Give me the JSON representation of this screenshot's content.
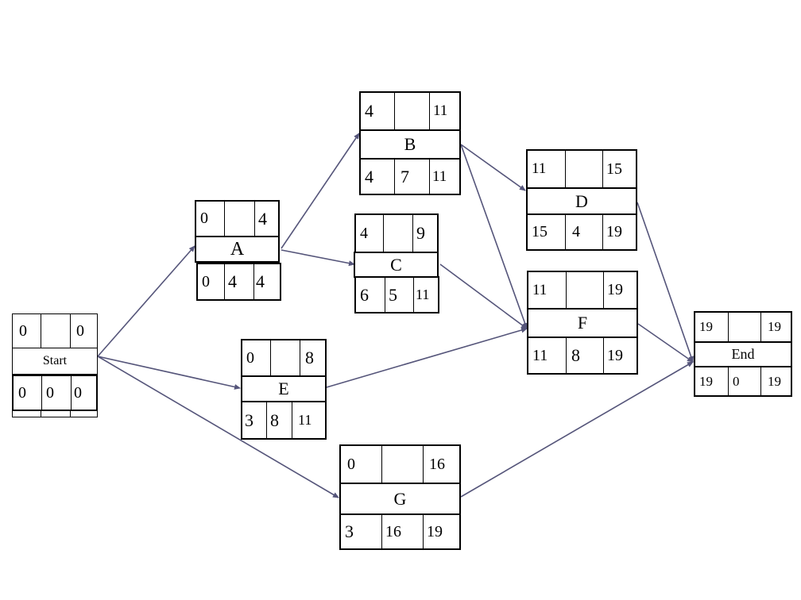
{
  "nodes": {
    "start": {
      "name": "Start",
      "top": [
        "0",
        "",
        "0"
      ],
      "bottom": [
        "0",
        "0",
        "0"
      ]
    },
    "a": {
      "name": "A",
      "top": [
        "0",
        "",
        "4"
      ],
      "bottom": [
        "0",
        "4",
        "4"
      ]
    },
    "b": {
      "name": "B",
      "top": [
        "4",
        "",
        "11"
      ],
      "bottom": [
        "4",
        "7",
        "11"
      ]
    },
    "c": {
      "name": "C",
      "top": [
        "4",
        "",
        "9"
      ],
      "bottom": [
        "6",
        "5",
        "11"
      ]
    },
    "d": {
      "name": "D",
      "top": [
        "11",
        "",
        "15"
      ],
      "bottom": [
        "15",
        "4",
        "19"
      ]
    },
    "e": {
      "name": "E",
      "top": [
        "0",
        "",
        "8"
      ],
      "bottom": [
        "3",
        "8",
        "11"
      ]
    },
    "f": {
      "name": "F",
      "top": [
        "11",
        "",
        "19"
      ],
      "bottom": [
        "11",
        "8",
        "19"
      ]
    },
    "g": {
      "name": "G",
      "top": [
        "0",
        "",
        "16"
      ],
      "bottom": [
        "3",
        "16",
        "19"
      ]
    },
    "end": {
      "name": "End",
      "top": [
        "19",
        "",
        "19"
      ],
      "bottom": [
        "19",
        "0",
        "19"
      ]
    }
  },
  "edges": [
    {
      "from": "start",
      "to": "a"
    },
    {
      "from": "start",
      "to": "e"
    },
    {
      "from": "start",
      "to": "g"
    },
    {
      "from": "a",
      "to": "b"
    },
    {
      "from": "a",
      "to": "c"
    },
    {
      "from": "b",
      "to": "d"
    },
    {
      "from": "b",
      "to": "f"
    },
    {
      "from": "c",
      "to": "f"
    },
    {
      "from": "e",
      "to": "f"
    },
    {
      "from": "d",
      "to": "end"
    },
    {
      "from": "f",
      "to": "end"
    },
    {
      "from": "g",
      "to": "end"
    }
  ],
  "colors": {
    "edge": "#55557a",
    "border": "#000000"
  }
}
